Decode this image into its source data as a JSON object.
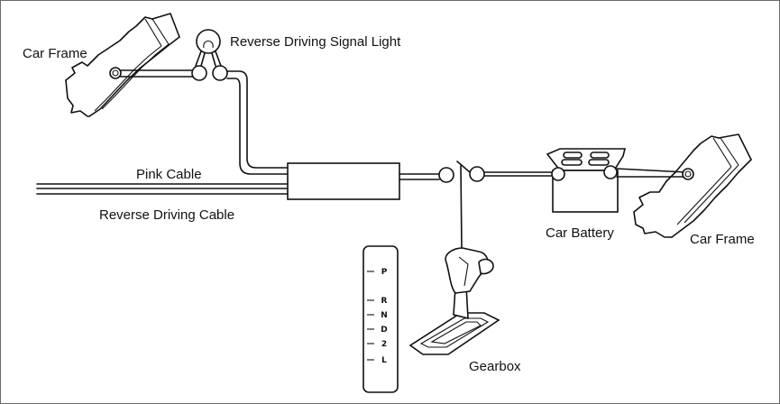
{
  "labels": {
    "car_frame_left": "Car Frame",
    "signal_light": "Reverse Driving Signal Light",
    "pink_cable": "Pink Cable",
    "reverse_cable": "Reverse Driving Cable",
    "car_battery": "Car Battery",
    "car_frame_right": "Car Frame",
    "gearbox": "Gearbox"
  },
  "gear_positions": [
    "P",
    "R",
    "N",
    "D",
    "2",
    "L"
  ],
  "colors": {
    "line": "#111111",
    "background": "#ffffff",
    "border": "#6b6b6b"
  }
}
